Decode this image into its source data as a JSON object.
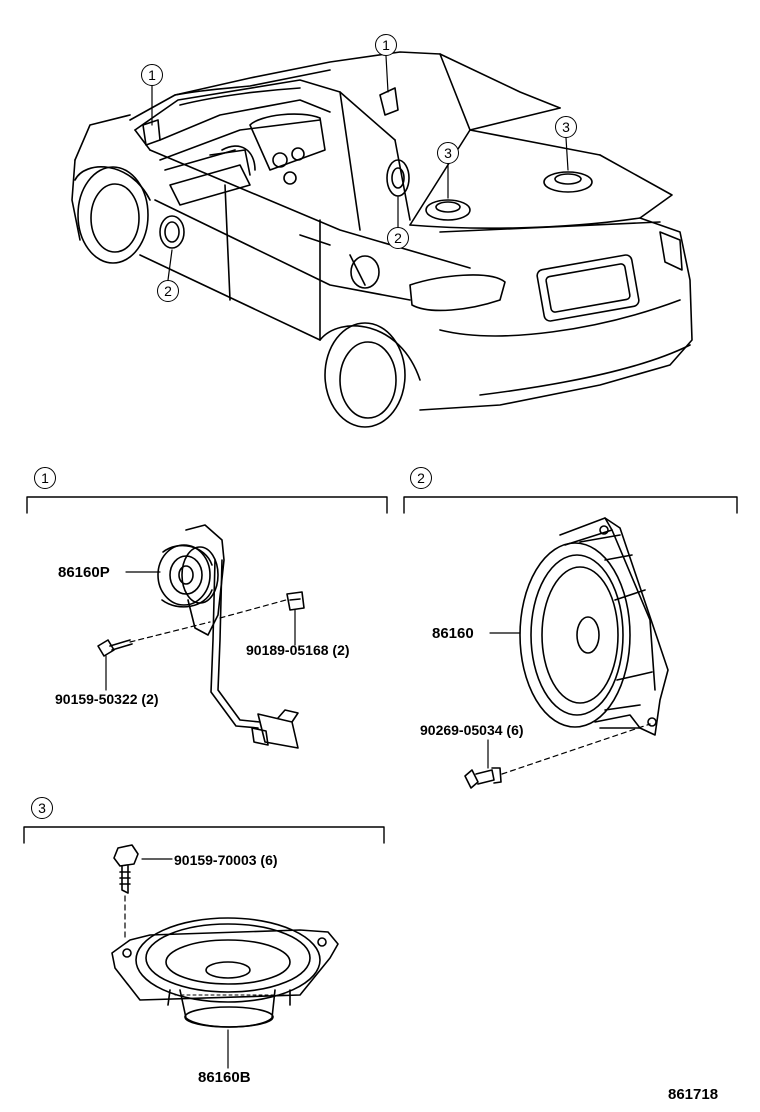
{
  "callouts": {
    "one": "1",
    "two": "2",
    "three": "3"
  },
  "parts": {
    "tweeter": "86160P",
    "screw_tweeter": "90159-50322 (2)",
    "clip_tweeter": "90189-05168 (2)",
    "front_speaker": "86160",
    "rivet_front": "90269-05034 (6)",
    "screw_rear": "90159-70003 (6)",
    "rear_speaker": "86160B"
  },
  "figure_number": "861718"
}
